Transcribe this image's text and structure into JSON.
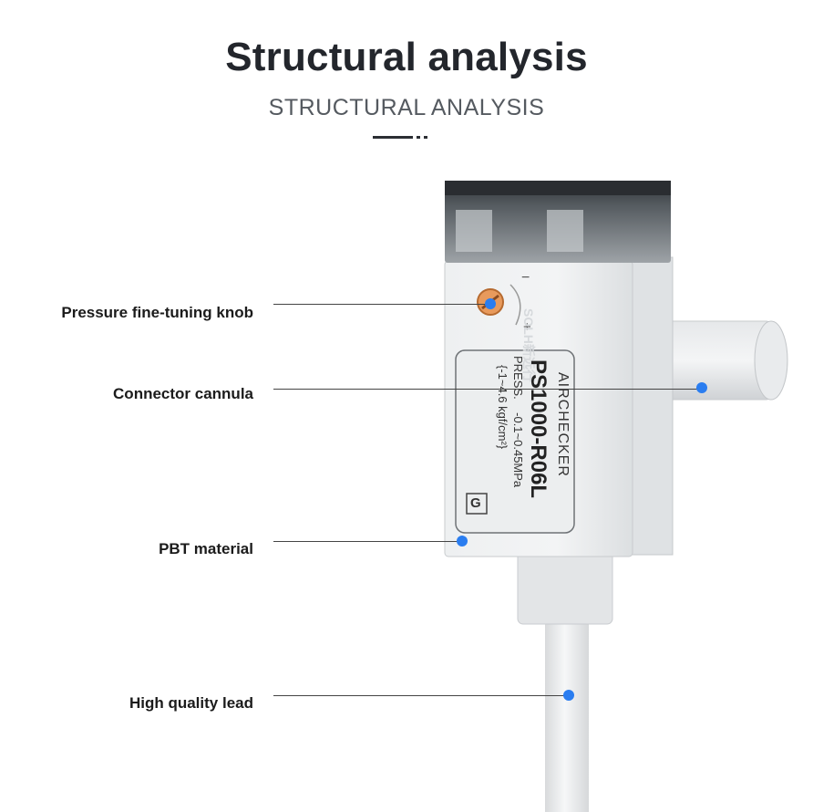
{
  "header": {
    "title": "Structural analysis",
    "subtitle": "STRUCTURAL ANALYSIS"
  },
  "product": {
    "brand_line": "AIRCHECKER",
    "model": "PS1000-R06L",
    "spec_1": "PRESS.    -0.1~0.45MPa",
    "spec_2": "{-1~4.6 kgf/cm²}",
    "mark": "G",
    "minus": "−",
    "plus": "+",
    "watermark": "SOLH新远行"
  },
  "callouts": [
    {
      "label": "Pressure fine-tuning knob"
    },
    {
      "label": "Connector cannula"
    },
    {
      "label": "PBT material"
    },
    {
      "label": "High quality lead"
    }
  ],
  "colors": {
    "dot": "#2a7df0",
    "title": "#23262c"
  }
}
